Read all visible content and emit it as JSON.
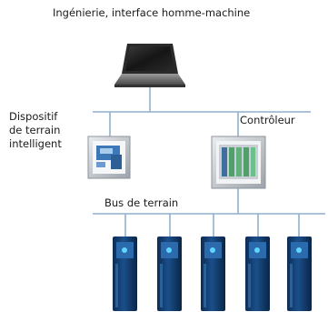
{
  "diagram": {
    "title": "Ingénierie, interface homme-machine",
    "smart_device_label": [
      "Dispositif",
      "de terrain",
      "intelligent"
    ],
    "controller_label": "Contrôleur",
    "fieldbus_label": "Bus de terrain",
    "drive_count": 5,
    "colors": {
      "network_line": "#8fb0cf",
      "drive_body": "#123c6e",
      "drive_highlight": "#3b7bb8",
      "status_led": "#5fd4ff",
      "device_frame": "#a9adb2",
      "controller_modules": "#4fa06a"
    },
    "icons": [
      "laptop-icon",
      "smart-field-device-icon",
      "controller-icon",
      "drive-icon"
    ]
  }
}
